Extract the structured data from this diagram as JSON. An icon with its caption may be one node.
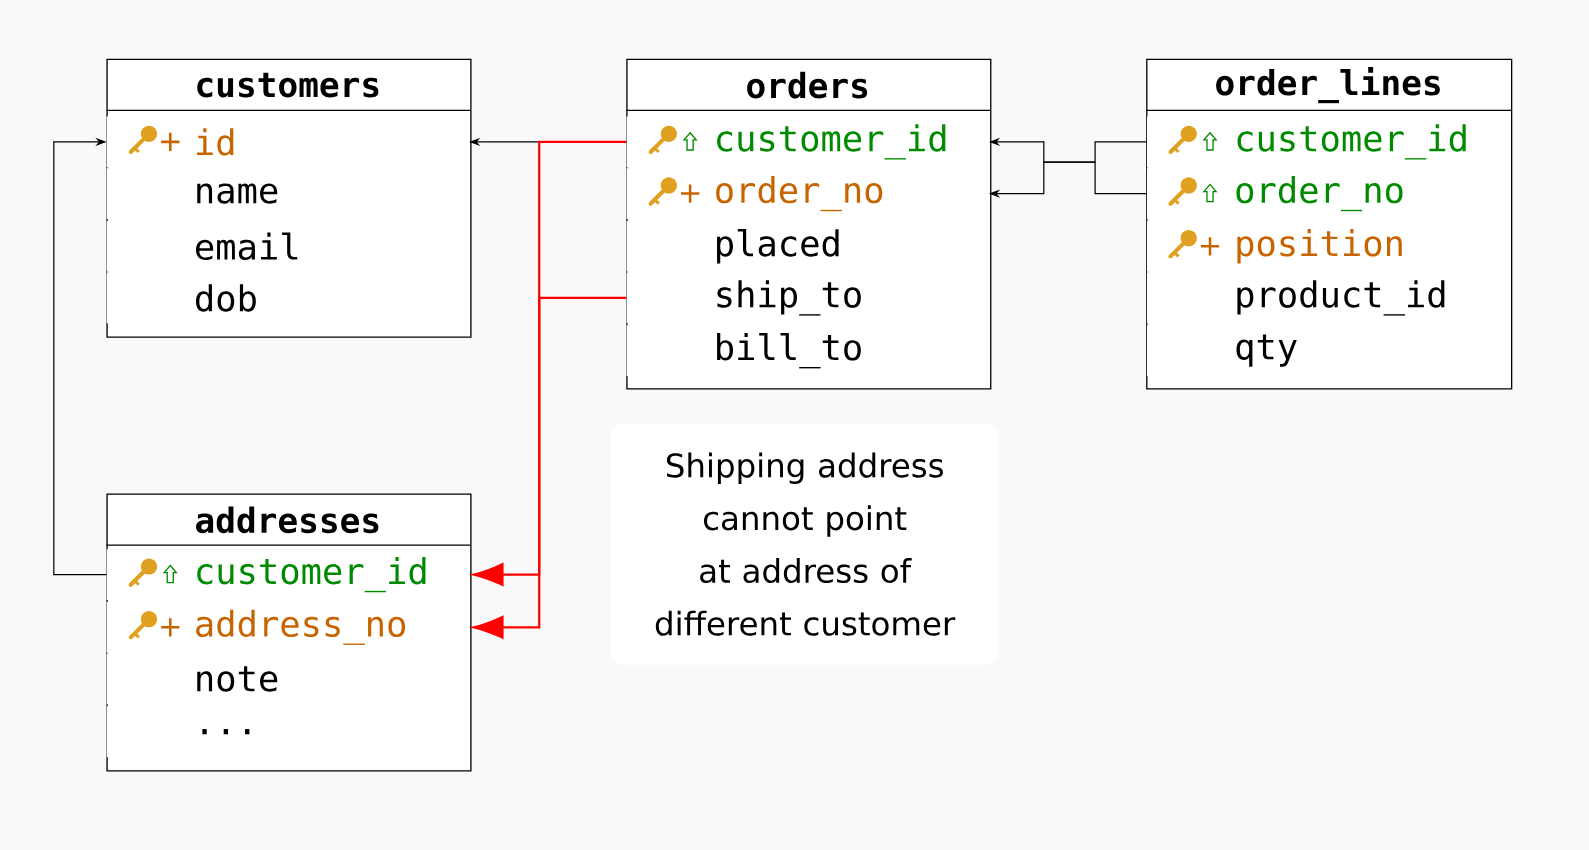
{
  "diagram": {
    "nodes": [
      {
        "text": [
          "customers"
        ]
      },
      {
        "text": [
          "id"
        ],
        "in": 0
      },
      {
        "text": [
          "name"
        ],
        "in": 0
      },
      {
        "text": [
          "email"
        ],
        "in": 0
      },
      {
        "text": [
          "dob"
        ],
        "in": 0
      },
      {
        "text": [
          "orders"
        ]
      },
      {
        "text": [
          "customer_id"
        ],
        "in": 5
      },
      {
        "text": [
          "order_no"
        ],
        "in": 5
      },
      {
        "text": [
          "placed"
        ],
        "in": 5
      },
      {
        "text": [
          "ship_to"
        ],
        "in": 5
      },
      {
        "text": [
          "bill_to"
        ],
        "in": 5
      },
      {
        "text": [
          "order_lines"
        ]
      },
      {
        "text": [
          "customer_id"
        ],
        "in": 11
      },
      {
        "text": [
          "order_no"
        ],
        "in": 11
      },
      {
        "text": [
          "position"
        ],
        "in": 11
      },
      {
        "text": [
          "product_id"
        ],
        "in": 11
      },
      {
        "text": [
          "qty"
        ],
        "in": 11
      },
      {
        "text": [
          "addresses"
        ]
      },
      {
        "text": [
          "customer_id"
        ],
        "in": 17
      },
      {
        "text": [
          "address_no"
        ],
        "in": 17
      },
      {
        "text": [
          "note"
        ],
        "in": 17
      },
      {
        "text": [
          "..."
        ],
        "in": 17
      },
      {
        "text": [
          "Shipping address cannot point at address of different customer"
        ]
      }
    ],
    "edges": [
      {
        "from": 18,
        "to": 1,
        "arrow": "to"
      },
      {
        "from": 6,
        "to": 1,
        "arrow": "to"
      },
      {
        "from": 12,
        "to": 6,
        "arrow": "to"
      },
      {
        "from": 13,
        "to": 7,
        "arrow": "to"
      },
      {
        "from": 6,
        "to": 18,
        "arrow": "to",
        "color": "#ff0000"
      },
      {
        "from": 9,
        "to": 19,
        "arrow": "to",
        "color": "#ff0000"
      }
    ]
  }
}
